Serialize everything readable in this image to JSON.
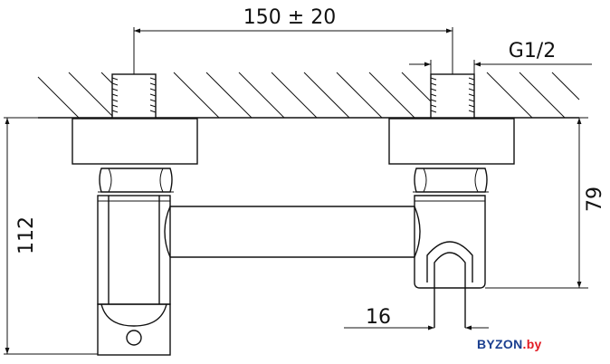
{
  "dimensions": {
    "center_distance": "150",
    "tolerance_sign": "±",
    "tolerance_value": "20",
    "thread": "G1/2",
    "total_height": "112",
    "depth": "79",
    "outlet_width": "16"
  },
  "watermark": {
    "brand": "BYZON",
    "domain": ".by"
  }
}
